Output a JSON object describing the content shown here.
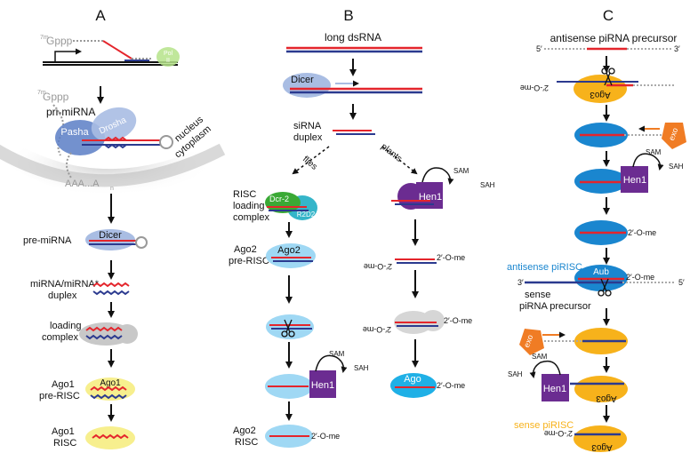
{
  "panels": {
    "a": {
      "title": "A",
      "cap": "Gppp",
      "cap_super": "7m",
      "ago1_short": "Ago1",
      "pasha": "Pasha",
      "drosha": "Drosha",
      "pri_mirna": "pri-miRNA",
      "nucleus": "nucleus",
      "cytoplasm": "cytoplasm",
      "polya": "AAA...A",
      "polya_sub": "n",
      "dicer": "Dicer",
      "pre_mirna": "pre-miRNA",
      "duplex_l1": "miRNA/miRNA*",
      "duplex_l2": "duplex",
      "loading_l1": "loading",
      "loading_l2": "complex",
      "ago1": "Ago1",
      "ago1_l1": "Ago1",
      "ago1_l2": "pre-RISC",
      "risc_l1": "Ago1",
      "risc_l2": "RISC"
    },
    "b": {
      "title": "B",
      "long_dsrna": "long dsRNA",
      "dicer": "Dicer",
      "sirna_l1": "siRNA",
      "sirna_l2": "duplex",
      "flies": "flies",
      "plants": "plants",
      "risc_l1": "RISC",
      "risc_l2": "loading",
      "risc_l3": "complex",
      "dcr2": "Dcr-2",
      "r2d2": "R2D2",
      "hen1": "Hen1",
      "sam": "SAM",
      "sah": "SAH",
      "ago2": "Ago2",
      "ago2_l1": "Ago2",
      "ago2_l2": "pre-RISC",
      "ome": "2′-O-me",
      "ago": "Ago",
      "final_l1": "Ago2",
      "final_l2": "RISC"
    },
    "c": {
      "title": "C",
      "antisense_precursor": "antisense piRNA precursor",
      "five": "5′",
      "three": "3′",
      "ago3": "Ago3",
      "exo": "exo",
      "hen1": "Hen1",
      "sam": "SAM",
      "sah": "SAH",
      "ome": "2′-O-me",
      "antisense_pirisc": "antisense piRISC",
      "aub": "Aub",
      "sense_l1": "sense",
      "sense_l2": "piRNA precursor",
      "sense_pirisc": "sense piRISC"
    }
  },
  "colors": {
    "red": "#e4252c",
    "blue": "#2b3a8f",
    "dicer": "#a9bde3",
    "ago1": "#f7ef8e",
    "ago2": "#9fd8f4",
    "cyan": "#1fb0e6",
    "piwi": "#1a86cf",
    "orange": "#f7b21b",
    "hen1": "#6b2c91",
    "gray": "#c8c8c8",
    "dcr2": "#3aa935",
    "r2d2": "#35b5c9",
    "exo": "#f07c24"
  }
}
